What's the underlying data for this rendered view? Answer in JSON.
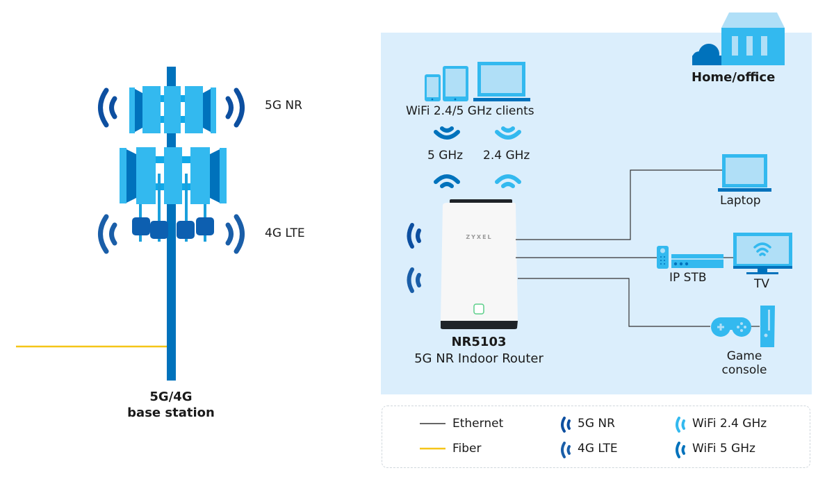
{
  "colors": {
    "panel_bg": "#dbeefc",
    "light_blue": "#33b9ef",
    "pale_blue": "#b0dff7",
    "mid_blue": "#0072bc",
    "dark_blue": "#0d4fa0",
    "lte_blue": "#1a5ea8",
    "fiber_yellow": "#f5c518",
    "ethernet": "#333333"
  },
  "base_station": {
    "title_line1": "5G/4G",
    "title_line2": "base station",
    "band_5g_label": "5G NR",
    "band_4g_label": "4G LTE"
  },
  "home": {
    "title": "Home/office",
    "wifi_clients_label": "WiFi 2.4/5 GHz clients",
    "band_5ghz_label": "5 GHz",
    "band_24ghz_label": "2.4 GHz",
    "router": {
      "brand": "ZYXEL",
      "model": "NR5103",
      "description": "5G NR Indoor Router"
    },
    "devices": {
      "laptop": "Laptop",
      "ip_stb": "IP STB",
      "tv": "TV",
      "game_console_line1": "Game",
      "game_console_line2": "console"
    }
  },
  "legend": {
    "items": [
      {
        "label": "Ethernet",
        "icon": "line-icon"
      },
      {
        "label": "Fiber",
        "icon": "line-icon"
      },
      {
        "label": "5G NR",
        "icon": "signal-icon"
      },
      {
        "label": "4G LTE",
        "icon": "signal-icon"
      },
      {
        "label": "WiFi 2.4 GHz",
        "icon": "signal-icon"
      },
      {
        "label": "WiFi 5 GHz",
        "icon": "signal-icon"
      }
    ]
  }
}
